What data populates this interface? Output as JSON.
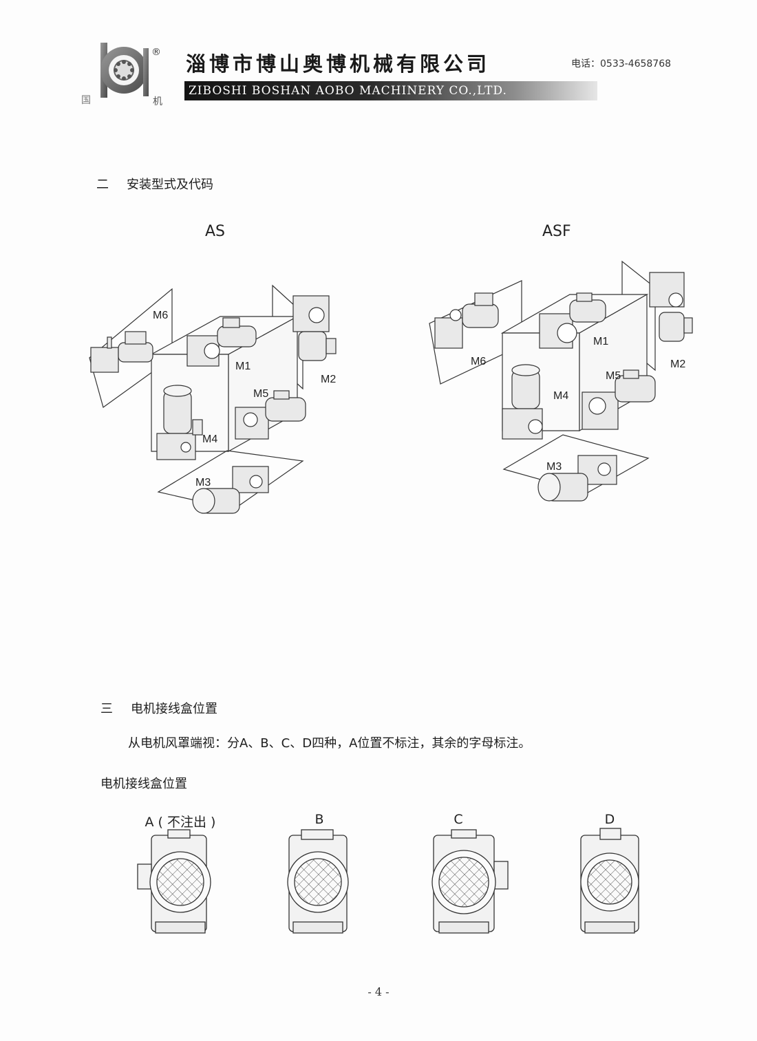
{
  "header": {
    "company_cn": "淄博市博山奥博机械有限公司",
    "company_en": "ZIBOSHI BOSHAN AOBO MACHINERY CO.,LTD.",
    "phone": "电话：0533-4658768",
    "logo_text": {
      "registered": "®",
      "left": "国",
      "right": "机"
    }
  },
  "section2": {
    "number": "二",
    "title": "安装型式及代码",
    "figures": [
      {
        "title": "AS",
        "labels": [
          "M6",
          "M1",
          "M2",
          "M5",
          "M4",
          "M3"
        ]
      },
      {
        "title": "ASF",
        "labels": [
          "M6",
          "M1",
          "M2",
          "M4",
          "M5",
          "M3"
        ]
      }
    ]
  },
  "section3": {
    "number": "三",
    "title": "电机接线盒位置",
    "description": "从电机风罩端视：分A、B、C、D四种，A位置不标注，其余的字母标注。",
    "subtitle": "电机接线盒位置",
    "positions": [
      {
        "label": "A ( 不注出 )"
      },
      {
        "label": "B"
      },
      {
        "label": "C"
      },
      {
        "label": "D"
      }
    ]
  },
  "page_number": "- 4 -"
}
